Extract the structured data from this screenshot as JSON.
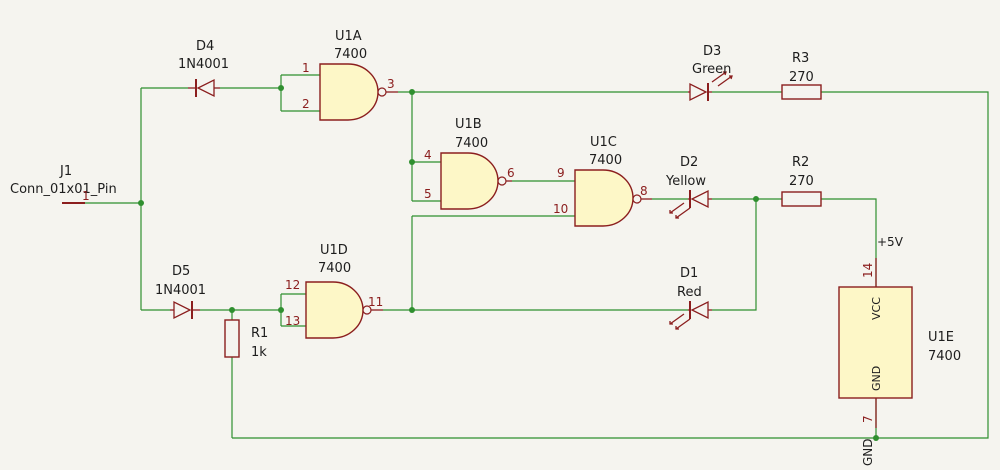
{
  "components": {
    "j1": {
      "ref": "J1",
      "value": "Conn_01x01_Pin",
      "pin": "1"
    },
    "d4": {
      "ref": "D4",
      "value": "1N4001"
    },
    "d5": {
      "ref": "D5",
      "value": "1N4001"
    },
    "u1a": {
      "ref": "U1A",
      "value": "7400",
      "pins": [
        "1",
        "2",
        "3"
      ]
    },
    "u1b": {
      "ref": "U1B",
      "value": "7400",
      "pins": [
        "4",
        "5",
        "6"
      ]
    },
    "u1c": {
      "ref": "U1C",
      "value": "7400",
      "pins": [
        "9",
        "10",
        "8"
      ]
    },
    "u1d": {
      "ref": "U1D",
      "value": "7400",
      "pins": [
        "12",
        "13",
        "11"
      ]
    },
    "u1e": {
      "ref": "U1E",
      "value": "7400",
      "pin_vcc": "14",
      "pin_gnd": "7",
      "label_vcc": "VCC",
      "label_gnd": "GND"
    },
    "d3": {
      "ref": "D3",
      "value": "Green"
    },
    "d2": {
      "ref": "D2",
      "value": "Yellow"
    },
    "d1": {
      "ref": "D1",
      "value": "Red"
    },
    "r3": {
      "ref": "R3",
      "value": "270"
    },
    "r2": {
      "ref": "R2",
      "value": "270"
    },
    "r1": {
      "ref": "R1",
      "value": "1k"
    }
  },
  "nets": {
    "vcc": "+5V",
    "gnd": "GND"
  },
  "colors": {
    "wire": "#2f8f2f",
    "symbol": "#8b1e1e",
    "fill": "#fdf7c7",
    "background": "#f5f4ef"
  }
}
